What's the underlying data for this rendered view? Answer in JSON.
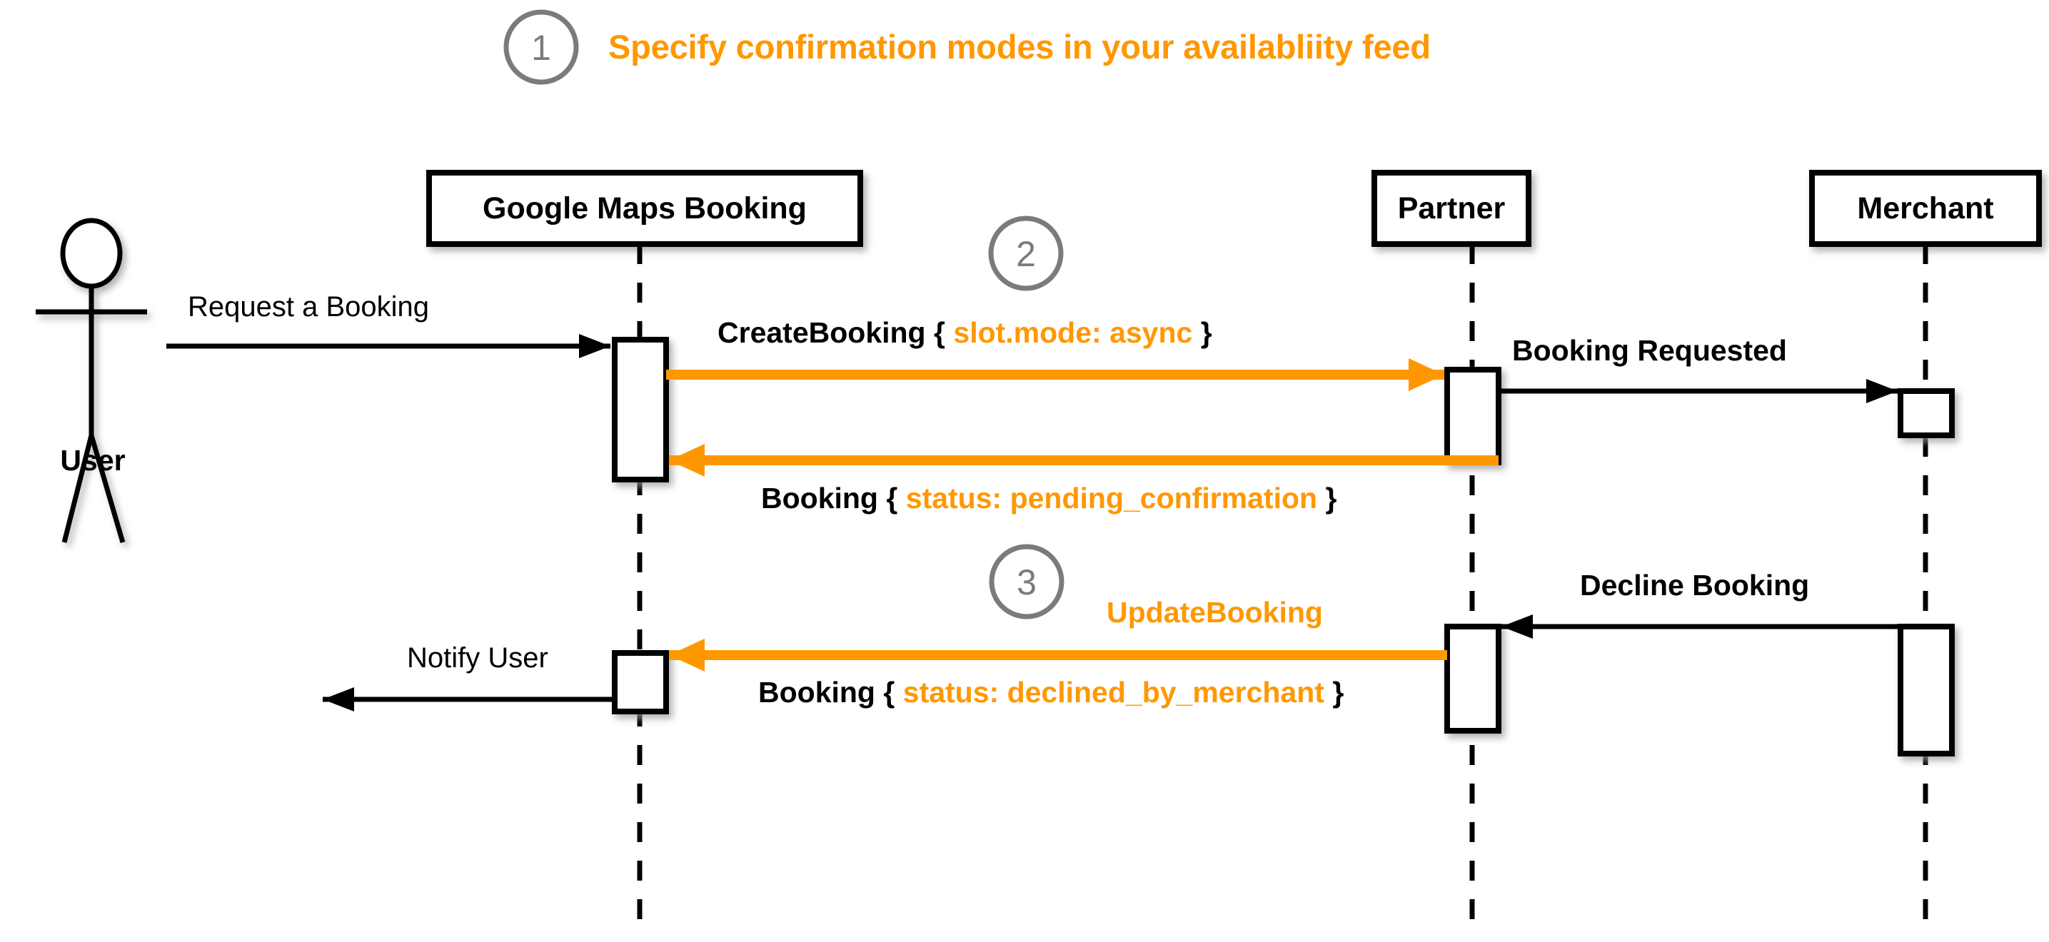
{
  "diagram": {
    "type": "uml-sequence-diagram",
    "accent_color": "#ff9800",
    "line_color": "#000000",
    "step_marker_color": "#7b7b7b",
    "background": "#ffffff"
  },
  "title": {
    "step_number": "1",
    "text": "Specify confirmation modes in your availabliity feed"
  },
  "actor": {
    "name": "User",
    "icon": "stick-figure"
  },
  "lifelines": [
    {
      "id": "gmb",
      "label": "Google Maps Booking"
    },
    {
      "id": "partner",
      "label": "Partner"
    },
    {
      "id": "merchant",
      "label": "Merchant"
    }
  ],
  "step_markers": [
    {
      "number": "1"
    },
    {
      "number": "2"
    },
    {
      "number": "3"
    }
  ],
  "messages": [
    {
      "id": "request-a-booking",
      "label": "Request a Booking",
      "style": "plain",
      "color": "#000000",
      "from": "User",
      "to": "Google Maps Booking"
    },
    {
      "id": "create-booking",
      "label_parts": [
        {
          "text": "CreateBooking ",
          "color": "black"
        },
        {
          "text": "{ ",
          "color": "black"
        },
        {
          "text": "slot.mode: async",
          "color": "orange"
        },
        {
          "text": " }",
          "color": "black"
        }
      ],
      "style": "bold",
      "color": "#ff9800",
      "from": "Google Maps Booking",
      "to": "Partner"
    },
    {
      "id": "booking-requested",
      "label": "Booking Requested",
      "style": "bold",
      "color": "#000000",
      "from": "Partner",
      "to": "Merchant"
    },
    {
      "id": "booking-pending-confirmation",
      "label_parts": [
        {
          "text": "Booking ",
          "color": "black"
        },
        {
          "text": "{ ",
          "color": "black"
        },
        {
          "text": "status: pending_confirmation",
          "color": "orange"
        },
        {
          "text": " }",
          "color": "black"
        }
      ],
      "style": "bold",
      "color": "#ff9800",
      "from": "Partner",
      "to": "Google Maps Booking"
    },
    {
      "id": "decline-booking",
      "label": "Decline Booking",
      "style": "bold",
      "color": "#000000",
      "from": "Merchant",
      "to": "Partner"
    },
    {
      "id": "update-booking",
      "label": "UpdateBooking",
      "style": "bold",
      "color": "#ff9800",
      "from": "Partner",
      "to": "Google Maps Booking"
    },
    {
      "id": "booking-declined-by-merchant",
      "label_parts": [
        {
          "text": "Booking ",
          "color": "black"
        },
        {
          "text": "{ ",
          "color": "black"
        },
        {
          "text": "status: declined_by_merchant",
          "color": "orange"
        },
        {
          "text": " }",
          "color": "black"
        }
      ],
      "style": "bold",
      "color": "#ff9800",
      "from": "Partner",
      "to": "Google Maps Booking"
    },
    {
      "id": "notify-user",
      "label": "Notify User",
      "style": "plain",
      "color": "#000000",
      "from": "Google Maps Booking",
      "to": "User"
    }
  ],
  "text": {
    "create_booking_name": "CreateBooking",
    "create_booking_brace_open": "{",
    "create_booking_payload": "slot.mode: async",
    "create_booking_brace_close": "}",
    "booking_name": "Booking",
    "booking_brace_open": "{",
    "booking_pending_payload": "status: pending_confirmation",
    "booking_declined_payload": "status: declined_by_merchant",
    "booking_brace_close": "}",
    "update_booking": "UpdateBooking",
    "booking_requested": "Booking Requested",
    "decline_booking": "Decline Booking",
    "request_a_booking": "Request a Booking",
    "notify_user": "Notify User"
  }
}
